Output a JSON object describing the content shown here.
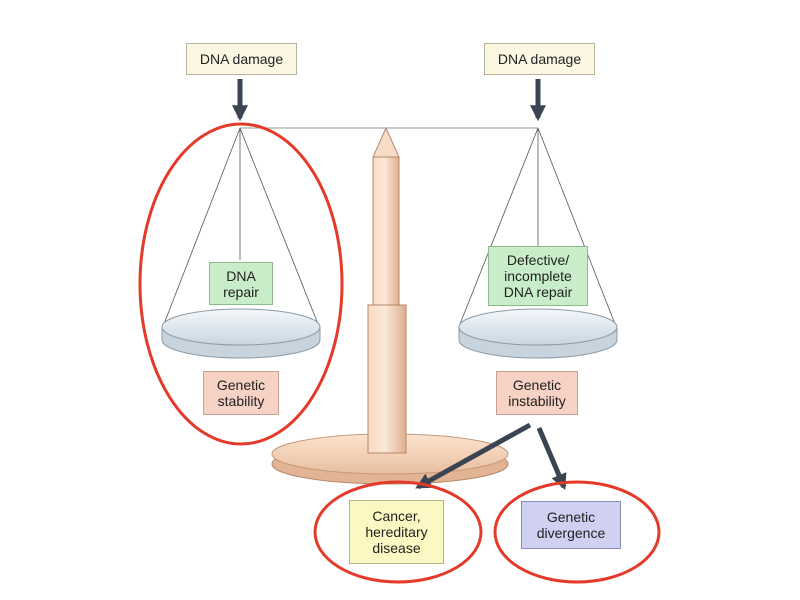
{
  "nodes": {
    "damage_left": "DNA damage",
    "damage_right": "DNA damage",
    "repair": [
      "DNA",
      "repair"
    ],
    "defective_repair": [
      "Defective/",
      "incomplete",
      "DNA repair"
    ],
    "stability": [
      "Genetic",
      "stability"
    ],
    "instability": [
      "Genetic",
      "instability"
    ],
    "cancer": [
      "Cancer,",
      "hereditary",
      "disease"
    ],
    "divergence": [
      "Genetic",
      "divergence"
    ]
  },
  "colors": {
    "highlight_ring": "#e43a2a",
    "arrow": "#3a4452",
    "scale_post": "#f3cdb2",
    "pan": "#e6eef5"
  }
}
